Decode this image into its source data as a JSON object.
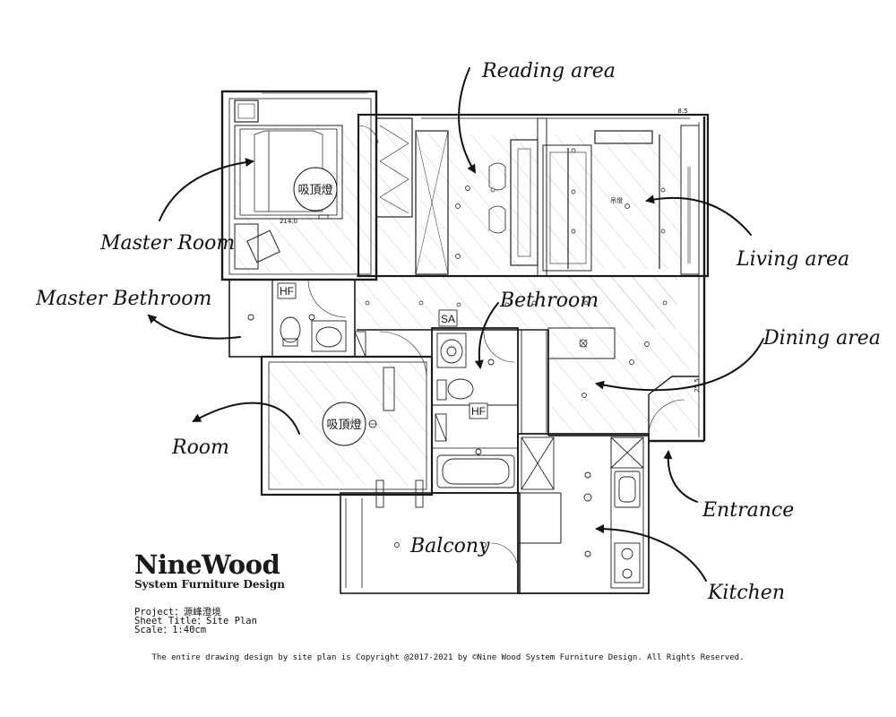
{
  "labels": {
    "reading": "Reading area",
    "master_room": "Master Room",
    "living": "Living area",
    "master_bathroom": "Master Bethroom",
    "bathroom": "Bethroom",
    "dining": "Dining area",
    "room": "Room",
    "entrance": "Entrance",
    "balcony": "Balcony",
    "kitchen": "Kitchen"
  },
  "ceiling_lights": {
    "master": "吸頂燈",
    "room": "吸頂燈"
  },
  "plan_marks": {
    "hf_master": "HF",
    "hf_bath": "HF",
    "sa": "SA",
    "pendant": "吊燈",
    "dim_214": "214.0",
    "dim_85": "8.5",
    "dim_255": "25.5"
  },
  "brand": {
    "name": "NineWood",
    "tagline": "System Furniture Design"
  },
  "meta": {
    "project": "Project：源峰澄境",
    "sheet_title": "Sheet Title：Site Plan",
    "scale": "Scale：1:40cm"
  },
  "copyright": "The entire drawing design by site plan is Copyright @2017-2021 by ©Nine Wood System Furniture Design. All Rights Reserved.",
  "colors": {
    "ink": "#111111",
    "hatch": "#9a9a9a",
    "wall": "#1a1a1a"
  }
}
